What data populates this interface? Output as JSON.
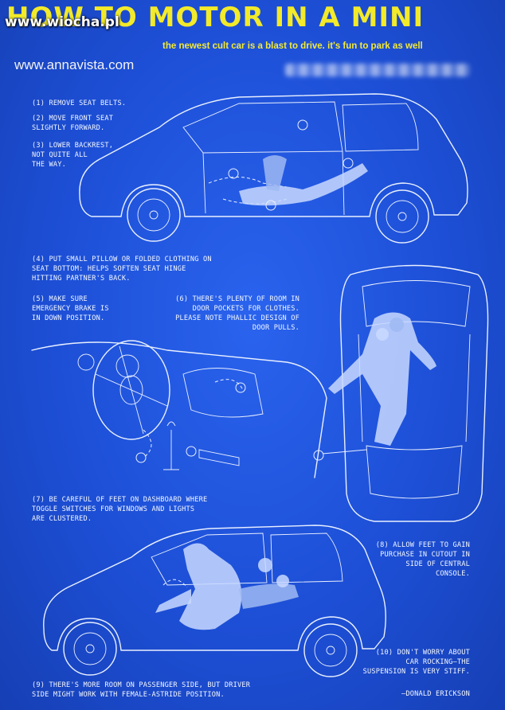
{
  "header": {
    "title": "HOW TO MOTOR IN A MINI",
    "watermark": "www.wiocha.pl",
    "subtitle": "the newest cult car is a blast to drive. it's fun to park as well",
    "website": "www.annavista.com"
  },
  "steps": {
    "s1": "(1) REMOVE SEAT BELTS.",
    "s2": "(2) MOVE FRONT SEAT\nSLIGHTLY FORWARD.",
    "s3": "(3) LOWER BACKREST,\nNOT QUITE ALL\nTHE WAY.",
    "s4": "(4) PUT SMALL PILLOW OR FOLDED CLOTHING ON\nSEAT BOTTOM: HELPS SOFTEN SEAT HINGE\nHITTING PARTNER'S BACK.",
    "s5": "(5) MAKE SURE\nEMERGENCY BRAKE IS\nIN DOWN POSITION.",
    "s6": "(6) THERE'S PLENTY OF ROOM IN\nDOOR POCKETS FOR CLOTHES.\nPLEASE NOTE PHALLIC DESIGN OF\nDOOR PULLS.",
    "s7": "(7) BE CAREFUL OF FEET ON DASHBOARD WHERE\nTOGGLE SWITCHES FOR WINDOWS AND LIGHTS\nARE CLUSTERED.",
    "s8": "(8) ALLOW FEET TO GAIN\nPURCHASE IN CUTOUT IN\nSIDE OF CENTRAL\nCONSOLE.",
    "s9": "(9) THERE'S MORE ROOM ON PASSENGER SIDE, BUT DRIVER\nSIDE MIGHT WORK WITH FEMALE-ASTRIDE POSITION.",
    "s10": "(10) DON'T WORRY ABOUT\nCAR ROCKING—THE\nSUSPENSION IS VERY STIFF.",
    "credit": "—DONALD ERICKSON"
  },
  "colors": {
    "background": "#1c4fd8",
    "title": "#f2ea2a",
    "line": "#e9f0ff"
  },
  "icons": {
    "side_view_top": "car-side-outline",
    "top_view": "car-top-outline",
    "interior": "dashboard-outline",
    "side_view_bottom": "car-side-outline"
  }
}
